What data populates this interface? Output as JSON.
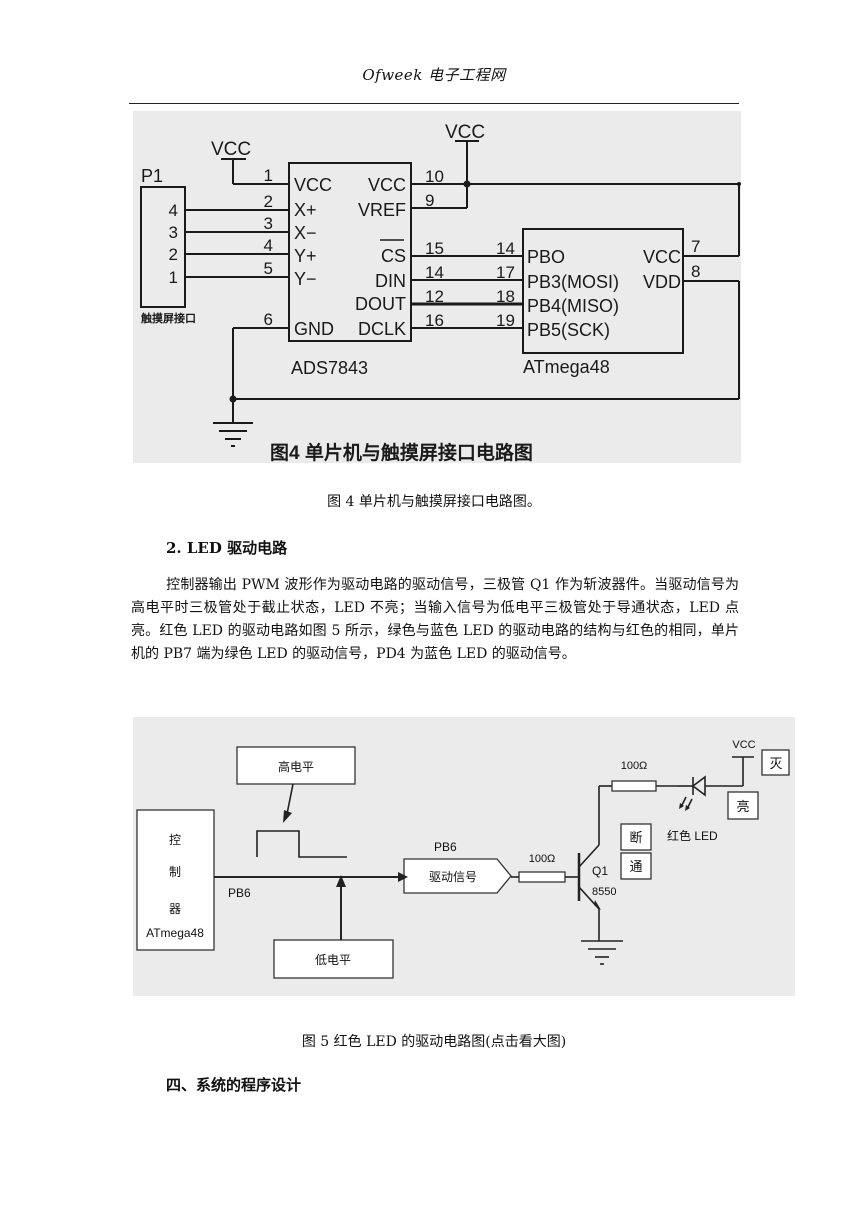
{
  "header": {
    "title": "Ofweek 电子工程网"
  },
  "figure4": {
    "title": "图4 单片机与触摸屏接口电路图",
    "connector": {
      "name": "P1",
      "label": "触摸屏接口",
      "pins": [
        "4",
        "3",
        "2",
        "1"
      ]
    },
    "chip1": {
      "name": "ADS7843",
      "left_pin_numbers": [
        "1",
        "2",
        "3",
        "4",
        "5",
        "6"
      ],
      "left_pins": [
        "VCC",
        "X+",
        "X−",
        "Y+",
        "Y−",
        "GND"
      ],
      "right_pins": [
        "VCC",
        "VREF",
        "CS",
        "DIN",
        "DOUT",
        "DCLK"
      ],
      "right_pin_numbers": [
        "10",
        "9",
        "15",
        "14",
        "12",
        "16"
      ]
    },
    "chip2": {
      "name": "ATmega48",
      "left_pin_numbers": [
        "14",
        "17",
        "18",
        "19"
      ],
      "left_pins": [
        "PBO",
        "PB3(MOSI)",
        "PB4(MISO)",
        "PB5(SCK)"
      ],
      "right_pins": [
        "VCC",
        "VDD"
      ],
      "right_pin_numbers": [
        "7",
        "8"
      ]
    },
    "vcc_top": "VCC",
    "vcc_left": "VCC"
  },
  "caption4": "图 4 单片机与触摸屏接口电路图。",
  "section2": {
    "heading": "2. LED 驱动电路"
  },
  "paragraph": "控制器输出 PWM 波形作为驱动电路的驱动信号，三极管 Q1 作为斩波器件。当驱动信号为高电平时三极管处于截止状态，LED 不亮；当输入信号为低电平三极管处于导通状态，LED 点亮。红色 LED 的驱动电路如图 5 所示，绿色与蓝色 LED 的驱动电路的结构与红色的相同，单片机的 PB7 端为绿色 LED 的驱动信号，PD4 为蓝色 LED 的驱动信号。",
  "figure5": {
    "high_level": "高电平",
    "low_level": "低电平",
    "controller": [
      "控",
      "制",
      "器"
    ],
    "mcu": "ATmega48",
    "pb6_left": "PB6",
    "pb6_top": "PB6",
    "drive_signal": "驱动信号",
    "r1": "100Ω",
    "r2": "100Ω",
    "q1": "Q1",
    "q1_part": "8550",
    "vcc": "VCC",
    "off_label": "灭",
    "on_label": "亮",
    "cut_label": "断",
    "conduct_label": "通",
    "led_label": "红色 LED"
  },
  "caption5": "图 5 红色 LED 的驱动电路图(点击看大图)",
  "section4": {
    "heading": "四、系统的程序设计"
  }
}
